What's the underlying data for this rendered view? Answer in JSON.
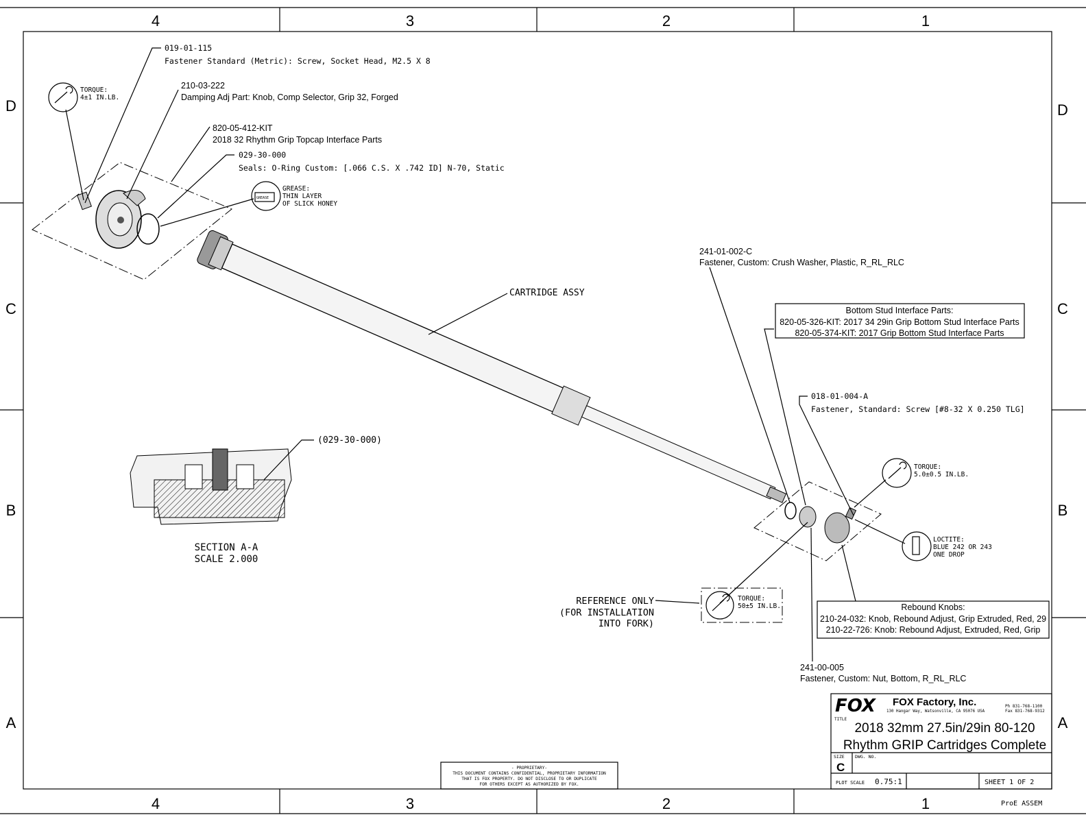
{
  "zones": {
    "columns": [
      "4",
      "3",
      "2",
      "1"
    ],
    "rows": [
      "D",
      "C",
      "B",
      "A"
    ]
  },
  "callouts": {
    "screw": {
      "part": "019-01-115",
      "desc": "Fastener Standard (Metric): Screw, Socket Head, M2.5 X 8"
    },
    "knob": {
      "part": "210-03-222",
      "desc": "Damping Adj Part: Knob, Comp Selector, Grip 32, Forged"
    },
    "topcap_kit": {
      "part": "820-05-412-KIT",
      "desc": "2018 32 Rhythm Grip Topcap Interface Parts"
    },
    "oring": {
      "part": "029-30-000",
      "desc": "Seals: O-Ring Custom: [.066 C.S. X .742 ID] N-70, Static"
    },
    "cartridge": "CARTRIDGE ASSY",
    "crush_washer": {
      "part": "241-01-002-C",
      "desc": "Fastener, Custom: Crush Washer, Plastic, R_RL_RLC"
    },
    "bottom_stud": {
      "title": "Bottom Stud Interface Parts:",
      "lines": [
        "820-05-326-KIT: 2017 34 29in Grip Bottom Stud Interface Parts",
        "820-05-374-KIT: 2017 Grip Bottom Stud Interface Parts"
      ]
    },
    "bottom_screw": {
      "part": "018-01-004-A",
      "desc": "Fastener, Standard: Screw [#8-32 X 0.250 TLG]"
    },
    "rebound": {
      "title": "Rebound Knobs:",
      "lines": [
        "210-24-032: Knob, Rebound Adjust, Grip Extruded, Red, 29",
        "210-22-726: Knob: Rebound Adjust, Extruded, Red, Grip"
      ]
    },
    "nut": {
      "part": "241-00-005",
      "desc": "Fastener, Custom: Nut, Bottom, R_RL_RLC"
    },
    "section_ref": "(029-30-000)",
    "reference": [
      "REFERENCE ONLY",
      "(FOR INSTALLATION",
      "INTO FORK)"
    ]
  },
  "notes": {
    "torque1": [
      "TORQUE:",
      "4±1 IN.LB."
    ],
    "grease": [
      "GREASE:",
      "THIN LAYER",
      "OF SLICK HONEY"
    ],
    "grease_icon": "GREASE",
    "torque2": [
      "TORQUE:",
      "5.0±0.5 IN.LB."
    ],
    "loctite": [
      "LOCTITE:",
      "BLUE 242 OR 243",
      "ONE DROP"
    ],
    "torque3": [
      "TORQUE:",
      "50±5 IN.LB."
    ]
  },
  "section": [
    "SECTION  A-A",
    "SCALE  2.000"
  ],
  "proprietary": [
    "- PROPRIETARY-",
    "THIS DOCUMENT CONTAINS CONFIDENTIAL, PROPRIETARY INFORMATION",
    "THAT IS FOX PROPERTY.  DO NOT DISCLOSE TO OR DUPLICATE",
    "FOR OTHERS EXCEPT AS AUTHORIZED BY FOX."
  ],
  "title_block": {
    "logo": "FOX",
    "company": "FOX Factory, Inc.",
    "address": "130 Hangar Way, Watsonville, CA 95076 USA",
    "phone": "Ph 831-768-1100",
    "fax": "Fax 831-768-9312",
    "title_label": "TITLE",
    "title_line1": "2018 32mm 27.5in/29in 80-120",
    "title_line2": "Rhythm GRIP Cartridges Complete",
    "size_label": "SIZE",
    "size": "C",
    "dwg_label": "DWG. NO.",
    "plot_scale_label": "PLOT SCALE",
    "plot_scale": "0.75:1",
    "sheet": "SHEET 1 OF 2",
    "model_type": "ProE ASSEM"
  }
}
